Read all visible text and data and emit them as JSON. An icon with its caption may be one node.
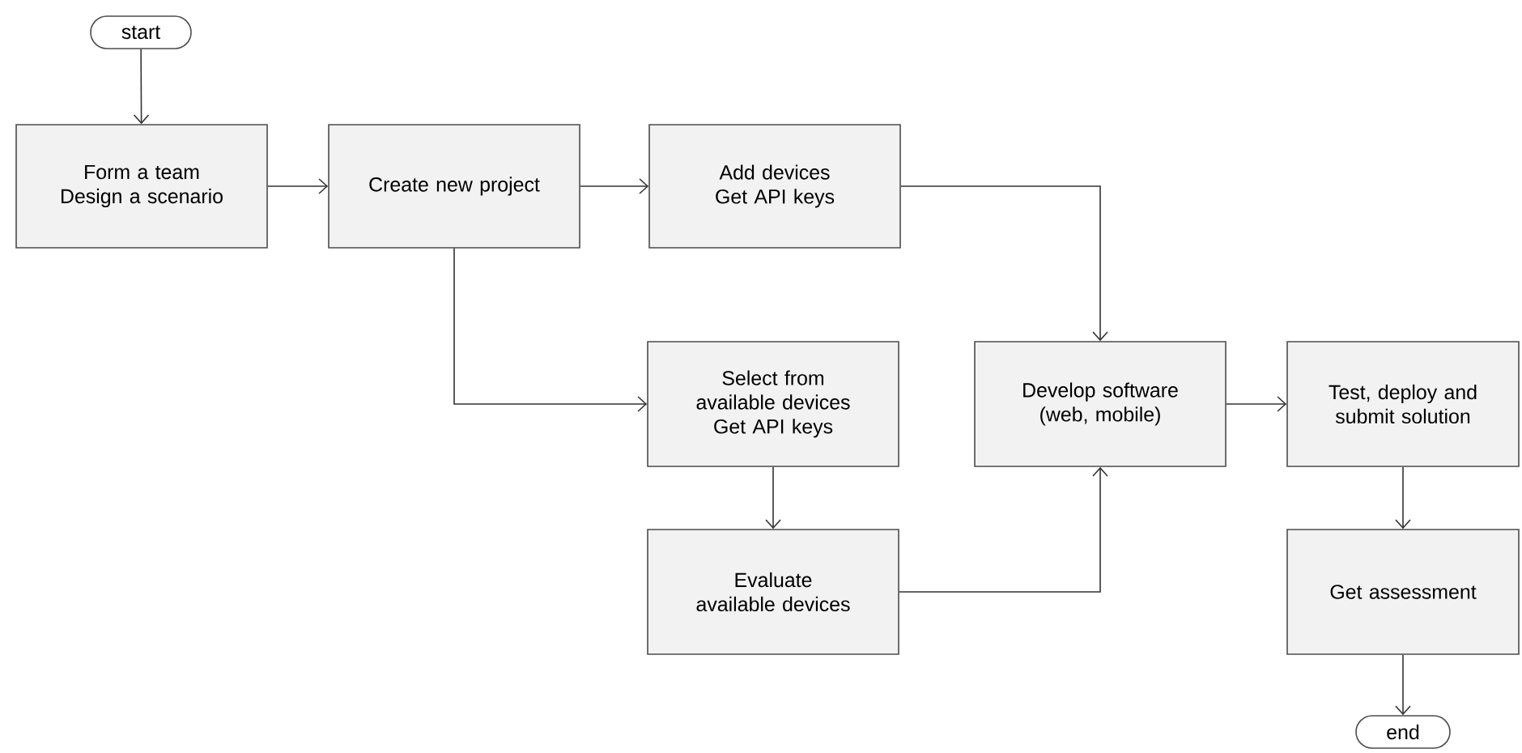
{
  "diagram": {
    "nodes": [
      {
        "text": [
          "start"
        ]
      },
      {
        "text": [
          "Form a team",
          "Design a scenario"
        ]
      },
      {
        "text": [
          "Create new project"
        ]
      },
      {
        "text": [
          "Add devices",
          "Get API keys"
        ]
      },
      {
        "text": [
          "Select from available devices",
          "Get API keys"
        ]
      },
      {
        "text": [
          "Evaluate available devices"
        ]
      },
      {
        "text": [
          "Develop software (web, mobile)"
        ]
      },
      {
        "text": [
          "Test, deploy and submit solution"
        ]
      },
      {
        "text": [
          "Get assessment"
        ]
      },
      {
        "text": [
          "end"
        ]
      }
    ],
    "edges": [
      {
        "from": 0,
        "to": 1,
        "arrow": "to"
      },
      {
        "from": 1,
        "to": 2,
        "arrow": "to"
      },
      {
        "from": 2,
        "to": 3,
        "arrow": "to"
      },
      {
        "from": 3,
        "to": 6,
        "arrow": "to"
      },
      {
        "from": 2,
        "to": 4,
        "arrow": "to"
      },
      {
        "from": 4,
        "to": 5,
        "arrow": "to"
      },
      {
        "from": 5,
        "to": 6,
        "arrow": "to"
      },
      {
        "from": 6,
        "to": 7,
        "arrow": "to"
      },
      {
        "from": 7,
        "to": 8,
        "arrow": "to"
      },
      {
        "from": 8,
        "to": 9,
        "arrow": "to"
      }
    ]
  }
}
